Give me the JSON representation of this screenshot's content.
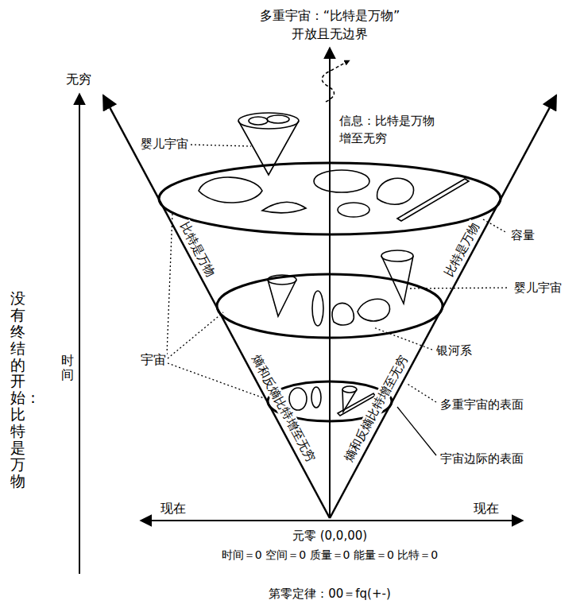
{
  "diagram": {
    "labels": [
      "多重宇宙：“比特是万物”",
      "开放且无边界",
      "无穷",
      "信息：比特是万物",
      "增至无穷",
      "婴儿宇宙",
      "容量",
      "比特是万物",
      "比特是万物",
      "婴儿宇宙",
      "宇宙",
      "银河系",
      "没有终结的开始：比特是万物",
      "时间",
      "熵和反熵比特增至无穷",
      "熵和反熵比特增至无穷",
      "多重宇宙的表面",
      "宇宙边际的表面",
      "现在",
      "现在",
      "元零 (0,0,00)",
      "时间＝0 空间＝0 质量＝0 能量＝0 比特＝0",
      "第零定律：00＝fq(+-)"
    ]
  }
}
